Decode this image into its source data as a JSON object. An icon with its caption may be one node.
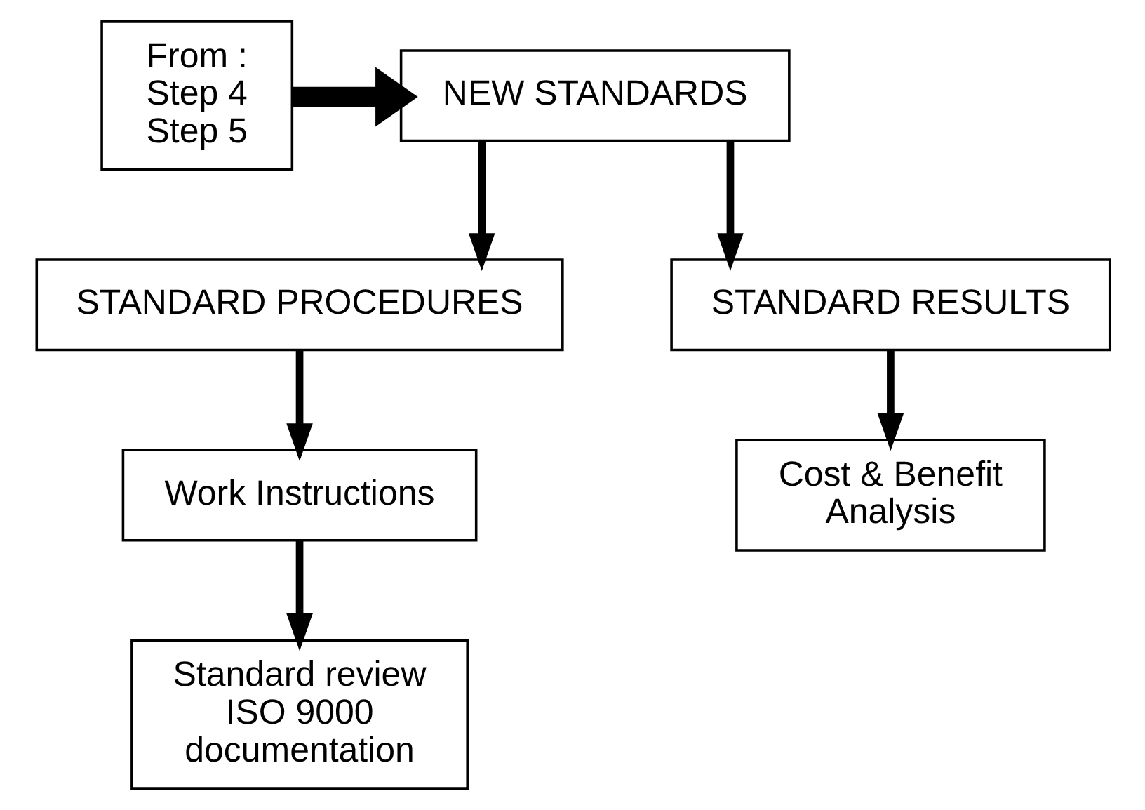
{
  "diagram": {
    "nodes": [
      {
        "text": [
          "From : Step 4 Step 5"
        ]
      },
      {
        "text": [
          "NEW STANDARDS"
        ]
      },
      {
        "text": [
          "STANDARD PROCEDURES"
        ]
      },
      {
        "text": [
          "STANDARD RESULTS"
        ]
      },
      {
        "text": [
          "Work Instructions"
        ]
      },
      {
        "text": [
          "Cost & Benefit Analysis"
        ]
      },
      {
        "text": [
          "Standard review ISO 9000 documentation"
        ]
      }
    ],
    "edges": [
      {
        "from": 0,
        "to": 1,
        "arrow": "to",
        "style": "thick"
      },
      {
        "from": 1,
        "to": 2,
        "arrow": "to"
      },
      {
        "from": 1,
        "to": 3,
        "arrow": "to"
      },
      {
        "from": 2,
        "to": 4,
        "arrow": "to"
      },
      {
        "from": 3,
        "to": 5,
        "arrow": "to"
      },
      {
        "from": 4,
        "to": 6,
        "arrow": "to"
      }
    ]
  }
}
